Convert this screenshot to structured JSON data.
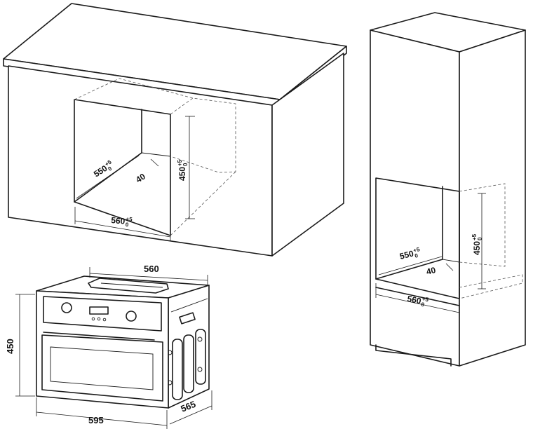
{
  "countertop_cabinet": {
    "depth_label": "550",
    "depth_tol_upper": "+5",
    "depth_tol_lower": "0",
    "gap_label": "40",
    "height_label": "450",
    "height_tol_upper": "+5",
    "height_tol_lower": "0",
    "width_label": "560",
    "width_tol_upper": "+5",
    "width_tol_lower": "0"
  },
  "tall_cabinet": {
    "depth_label": "550",
    "depth_tol_upper": "+5",
    "depth_tol_lower": "0",
    "gap_label": "40",
    "height_label": "450",
    "height_tol_upper": "+5",
    "height_tol_lower": "0",
    "width_label": "560",
    "width_tol_upper": "+5",
    "width_tol_lower": "0"
  },
  "oven": {
    "top_width_label": "560",
    "height_label": "450",
    "front_width_label": "595",
    "depth_label": "565"
  }
}
